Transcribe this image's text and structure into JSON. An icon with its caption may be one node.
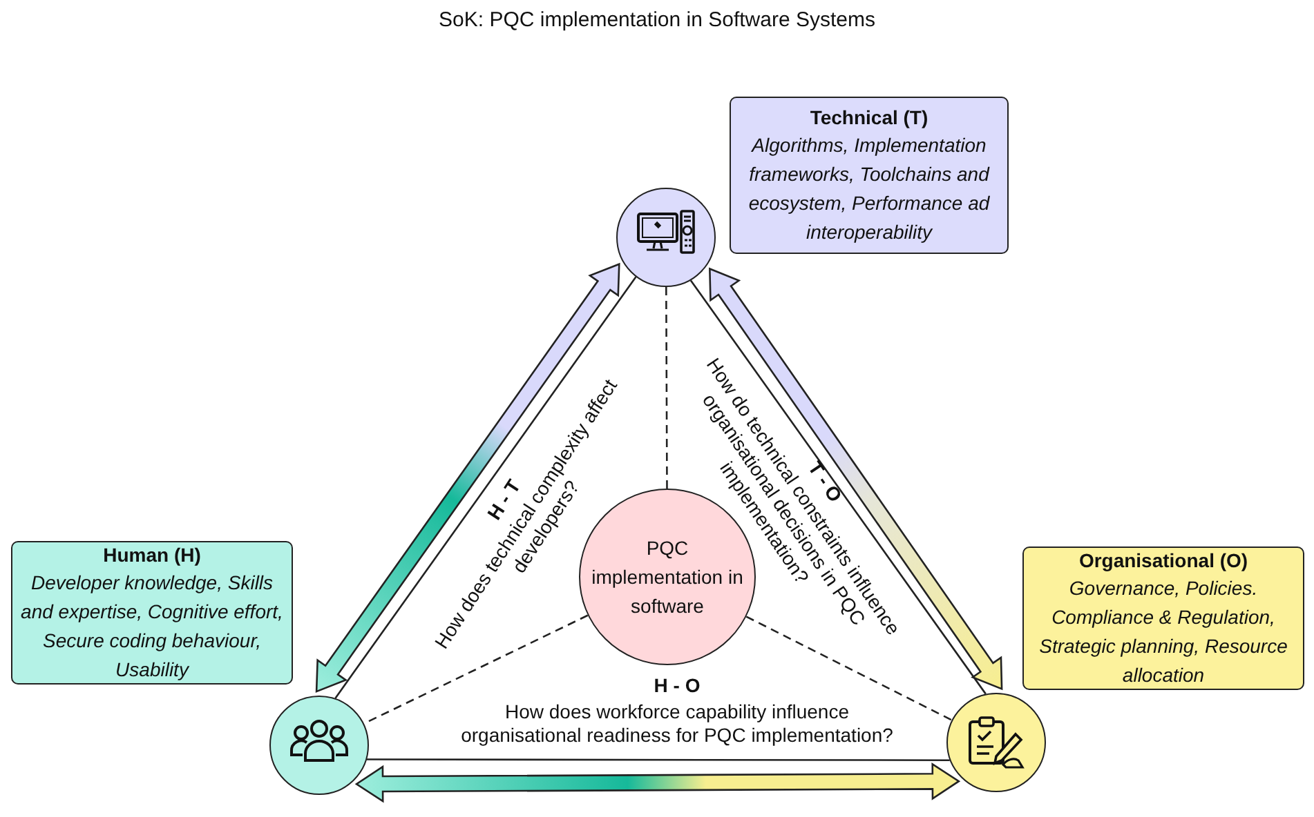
{
  "diagram": {
    "title": "SoK: PQC implementation in Software Systems",
    "nodes": [
      {
        "text": [
          "Technical (T)",
          "Algorithms, Implementation frameworks, Toolchains and ecosystem, Performance ad interoperability"
        ]
      },
      {
        "text": [
          "Human (H)",
          "Developer knowledge, Skills and expertise, Cognitive effort, Secure coding behaviour, Usability"
        ]
      },
      {
        "text": [
          "Organisational (O)",
          "Governance, Policies. Compliance & Regulation, Strategic planning, Resource allocation"
        ]
      },
      {
        "text": [],
        "shape": "circle"
      },
      {
        "text": [],
        "shape": "circle"
      },
      {
        "text": [],
        "shape": "circle"
      },
      {
        "text": [
          "PQC implementation in software"
        ]
      }
    ],
    "edges": [
      {
        "from": 4,
        "to": 3,
        "arrow": "both",
        "style": "thick"
      },
      {
        "from": 3,
        "to": 5,
        "arrow": "both",
        "style": "thick"
      },
      {
        "from": 4,
        "to": 5,
        "arrow": "both",
        "style": "thick"
      },
      {
        "from": 4,
        "to": 3,
        "arrow": "none"
      },
      {
        "from": 3,
        "to": 5,
        "arrow": "none"
      },
      {
        "from": 4,
        "to": 5,
        "arrow": "none"
      },
      {
        "from": 6,
        "to": 3,
        "arrow": "none",
        "style": "dashed"
      },
      {
        "from": 6,
        "to": 4,
        "arrow": "none",
        "style": "dashed"
      },
      {
        "from": 6,
        "to": 5,
        "arrow": "none",
        "style": "dashed"
      }
    ],
    "labels": [
      "H - T",
      "How does technical complexity affect developers?",
      "T - O",
      "How do technical constraints influence organisational decisions in PQC implementation?",
      "H - O",
      "How does workforce capability influence organisational readiness for PQC implementation?"
    ]
  }
}
